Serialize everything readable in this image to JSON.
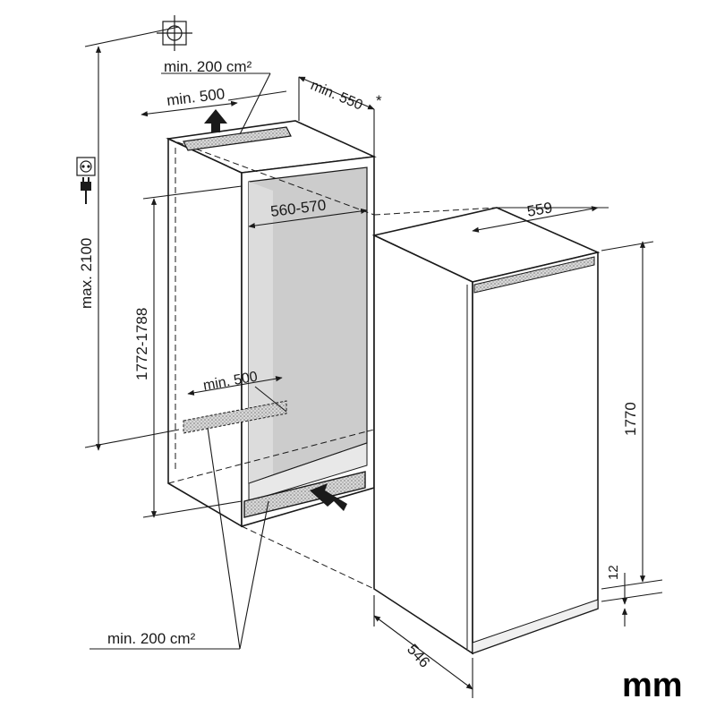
{
  "labels": {
    "top_vent_area": "min. 200 cm²",
    "top_clearance": "min. 500",
    "niche_depth": "min. 550",
    "niche_depth_note": "*",
    "niche_width": "560-570",
    "appliance_width": "559",
    "total_height": "max. 2100",
    "niche_height": "1772-1788",
    "bottom_clearance": "min. 500",
    "appliance_height": "1770",
    "foot_height": "12",
    "appliance_depth": "546",
    "bottom_vent_area": "min. 200 cm²",
    "unit": "mm"
  },
  "icons": {
    "socket": "power-socket-icon",
    "plug": "power-plug-icon",
    "target": "crosshair-target-icon",
    "arrow_up": "airflow-up-arrow-icon",
    "arrow_in": "airflow-in-arrow-icon"
  },
  "colors": {
    "line": "#1a1a1a",
    "niche_interior": "#cccccc",
    "niche_side": "#e6e6e6",
    "appliance": "#ffffff",
    "vent": "#bbbbbb"
  }
}
